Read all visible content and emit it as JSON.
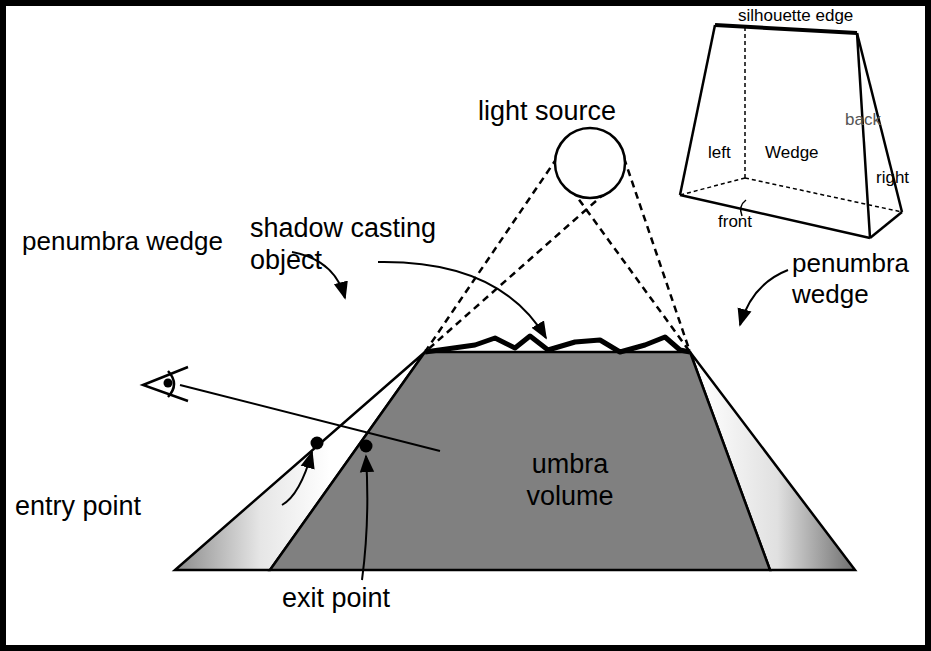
{
  "diagram": {
    "labels": [
      "light source",
      "shadow casting object",
      "penumbra wedge",
      "penumbra wedge",
      "umbra volume",
      "entry point",
      "exit point",
      "silhouette edge",
      "back",
      "left",
      "Wedge",
      "right",
      "front"
    ]
  }
}
